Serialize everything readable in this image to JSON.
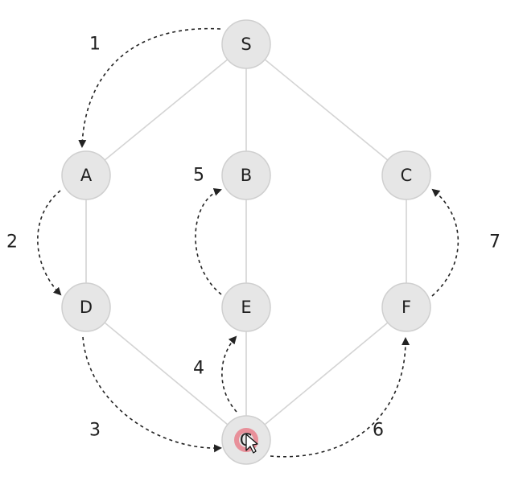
{
  "nodes": [
    {
      "id": "S",
      "label": "S"
    },
    {
      "id": "A",
      "label": "A"
    },
    {
      "id": "B",
      "label": "B"
    },
    {
      "id": "C",
      "label": "C"
    },
    {
      "id": "D",
      "label": "D"
    },
    {
      "id": "E",
      "label": "E"
    },
    {
      "id": "F",
      "label": "F"
    },
    {
      "id": "G",
      "label": "G",
      "highlighted": true
    }
  ],
  "edges": [
    [
      "S",
      "A"
    ],
    [
      "S",
      "B"
    ],
    [
      "S",
      "C"
    ],
    [
      "A",
      "D"
    ],
    [
      "B",
      "E"
    ],
    [
      "C",
      "F"
    ],
    [
      "D",
      "G"
    ],
    [
      "E",
      "G"
    ],
    [
      "F",
      "G"
    ]
  ],
  "steps": [
    {
      "label": "1",
      "from": "S",
      "to": "A"
    },
    {
      "label": "2",
      "from": "A",
      "to": "D"
    },
    {
      "label": "3",
      "from": "D",
      "to": "G"
    },
    {
      "label": "4",
      "from": "G",
      "to": "E"
    },
    {
      "label": "5",
      "from": "E",
      "to": "B"
    },
    {
      "label": "6",
      "from": "G",
      "to": "F"
    },
    {
      "label": "7",
      "from": "F",
      "to": "C"
    }
  ],
  "colors": {
    "node_fill": "#e6e6e6",
    "edge": "#d4d4d4",
    "step_arrow": "#222222",
    "goal_ring": "#e8909a"
  },
  "cursor_icon": "mouse-pointer-icon"
}
